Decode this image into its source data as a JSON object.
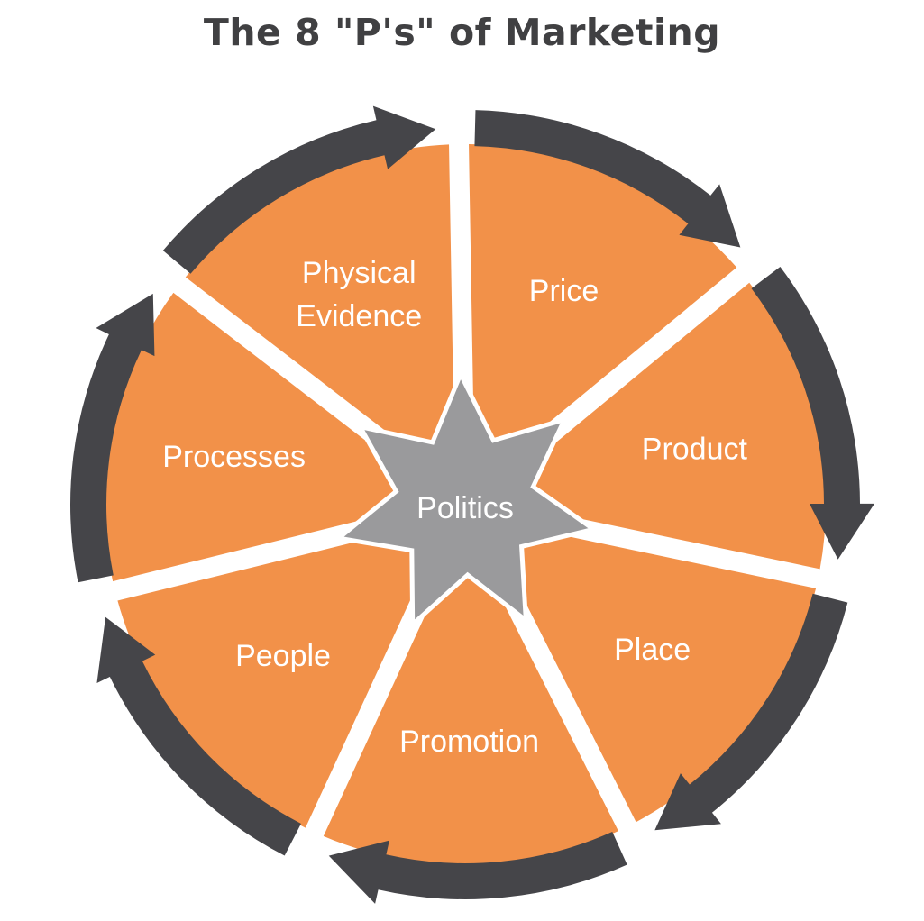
{
  "title": "The 8 \"P's\" of Marketing",
  "center": {
    "label": "Politics"
  },
  "segments": [
    {
      "lines": [
        "Price"
      ]
    },
    {
      "lines": [
        "Product"
      ]
    },
    {
      "lines": [
        "Place"
      ]
    },
    {
      "lines": [
        "Promotion"
      ]
    },
    {
      "lines": [
        "People"
      ]
    },
    {
      "lines": [
        "Processes"
      ]
    },
    {
      "lines": [
        "Physical",
        "Evidence"
      ]
    }
  ],
  "colors": {
    "segment_fill": "#F29149",
    "arrow": "#454549",
    "star": "#9A9A9C",
    "title": "#404042",
    "label": "#FFFFFF"
  }
}
